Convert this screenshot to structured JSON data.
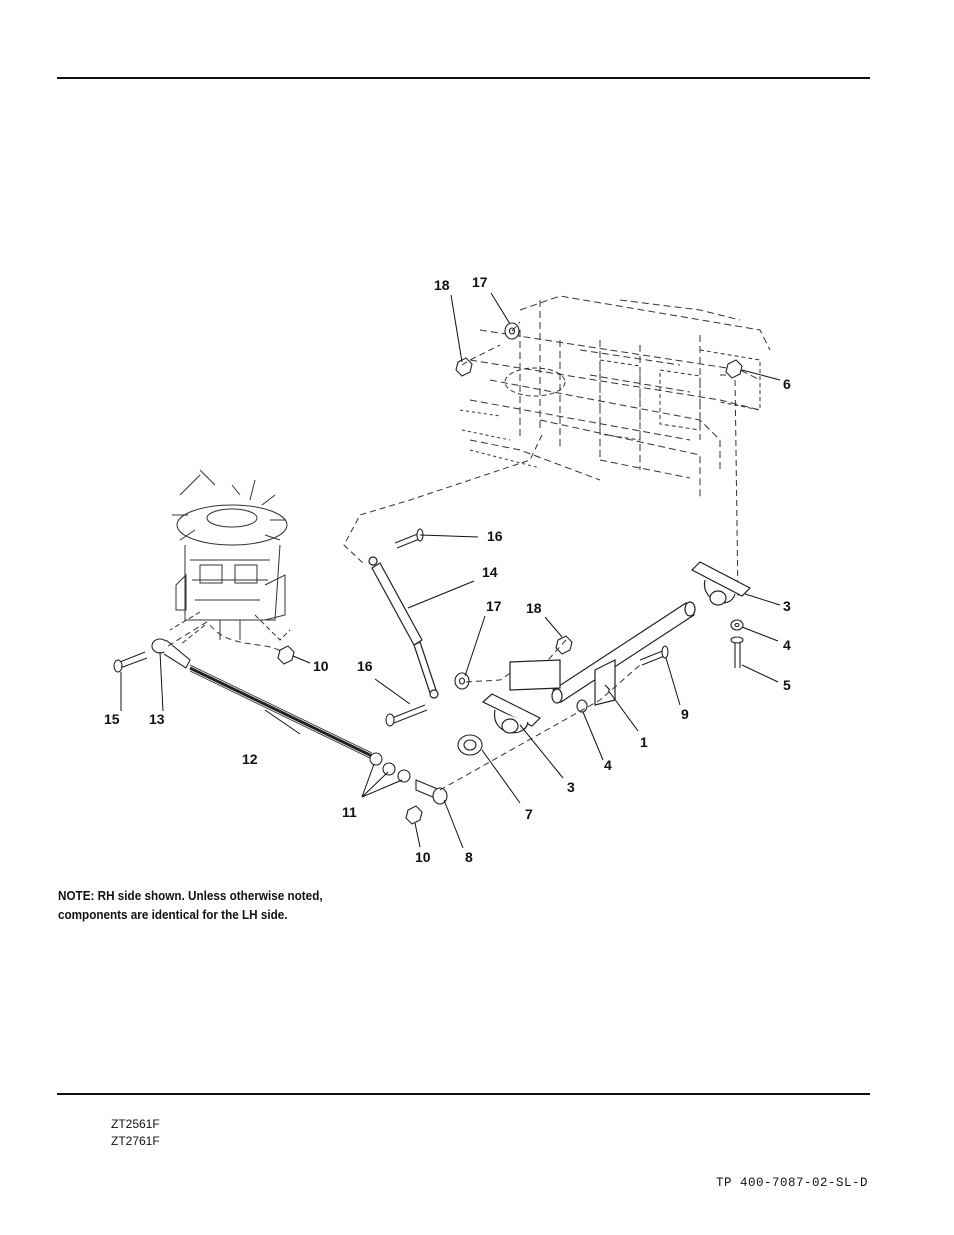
{
  "callouts": {
    "c1": "1",
    "c3a": "3",
    "c3b": "3",
    "c4a": "4",
    "c4b": "4",
    "c5": "5",
    "c6": "6",
    "c7": "7",
    "c8": "8",
    "c9": "9",
    "c10a": "10",
    "c10b": "10",
    "c11": "11",
    "c12": "12",
    "c13": "13",
    "c14": "14",
    "c15": "15",
    "c16a": "16",
    "c16b": "16",
    "c17a": "17",
    "c17b": "17",
    "c18a": "18",
    "c18b": "18"
  },
  "note": {
    "line1": "NOTE: RH side shown.  Unless otherwise noted,",
    "line2": "components are identical for the LH side."
  },
  "footer": {
    "models": [
      "ZT2561F",
      "ZT2761F"
    ],
    "doc_number": "TP 400-7087-02-SL-D"
  }
}
